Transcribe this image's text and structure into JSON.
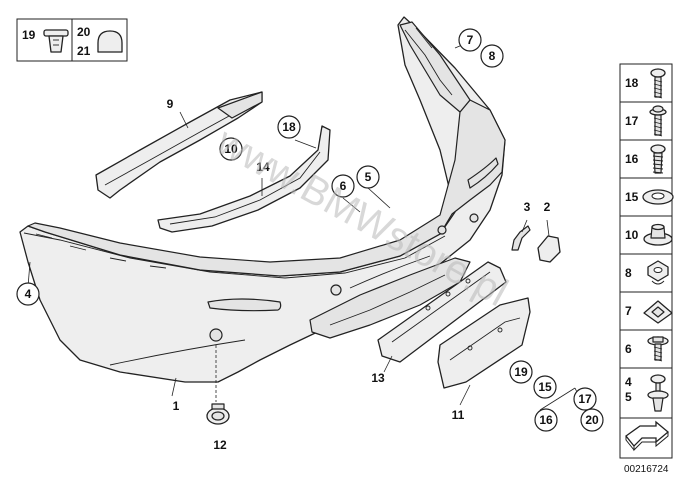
{
  "watermark": "www.BMWstore.pl",
  "diagram_id": "00216724",
  "top_left_box": {
    "labels": [
      "19",
      "20",
      "21"
    ]
  },
  "callouts": [
    {
      "id": "c1",
      "text": "1"
    },
    {
      "id": "c2",
      "text": "2"
    },
    {
      "id": "c3",
      "text": "3"
    },
    {
      "id": "c4",
      "text": "4"
    },
    {
      "id": "c5",
      "text": "5"
    },
    {
      "id": "c6",
      "text": "6"
    },
    {
      "id": "c7",
      "text": "7"
    },
    {
      "id": "c8",
      "text": "8"
    },
    {
      "id": "c9",
      "text": "9"
    },
    {
      "id": "c10",
      "text": "10"
    },
    {
      "id": "c11",
      "text": "11"
    },
    {
      "id": "c12",
      "text": "12"
    },
    {
      "id": "c13",
      "text": "13"
    },
    {
      "id": "c14",
      "text": "14"
    },
    {
      "id": "c15",
      "text": "15"
    },
    {
      "id": "c16",
      "text": "16"
    },
    {
      "id": "c17",
      "text": "17"
    },
    {
      "id": "c18",
      "text": "18"
    },
    {
      "id": "c19",
      "text": "19"
    },
    {
      "id": "c20",
      "text": "20"
    }
  ],
  "parts_legend": [
    {
      "id": "l18",
      "labels": [
        "18"
      ],
      "icon": "screw-icon"
    },
    {
      "id": "l17",
      "labels": [
        "17"
      ],
      "icon": "screw-with-washer-icon"
    },
    {
      "id": "l16",
      "labels": [
        "16"
      ],
      "icon": "expanding-rivet-icon"
    },
    {
      "id": "l15",
      "labels": [
        "15"
      ],
      "icon": "washer-icon"
    },
    {
      "id": "l10",
      "labels": [
        "10"
      ],
      "icon": "grommet-icon"
    },
    {
      "id": "l8",
      "labels": [
        "8"
      ],
      "icon": "hex-nut-icon"
    },
    {
      "id": "l7",
      "labels": [
        "7"
      ],
      "icon": "clip-nut-icon"
    },
    {
      "id": "l6",
      "labels": [
        "6"
      ],
      "icon": "collar-screw-icon"
    },
    {
      "id": "l45",
      "labels": [
        "4",
        "5"
      ],
      "icon": "plastic-rivet-icon"
    },
    {
      "id": "lnav",
      "labels": [],
      "icon": "arrow-icon"
    }
  ]
}
